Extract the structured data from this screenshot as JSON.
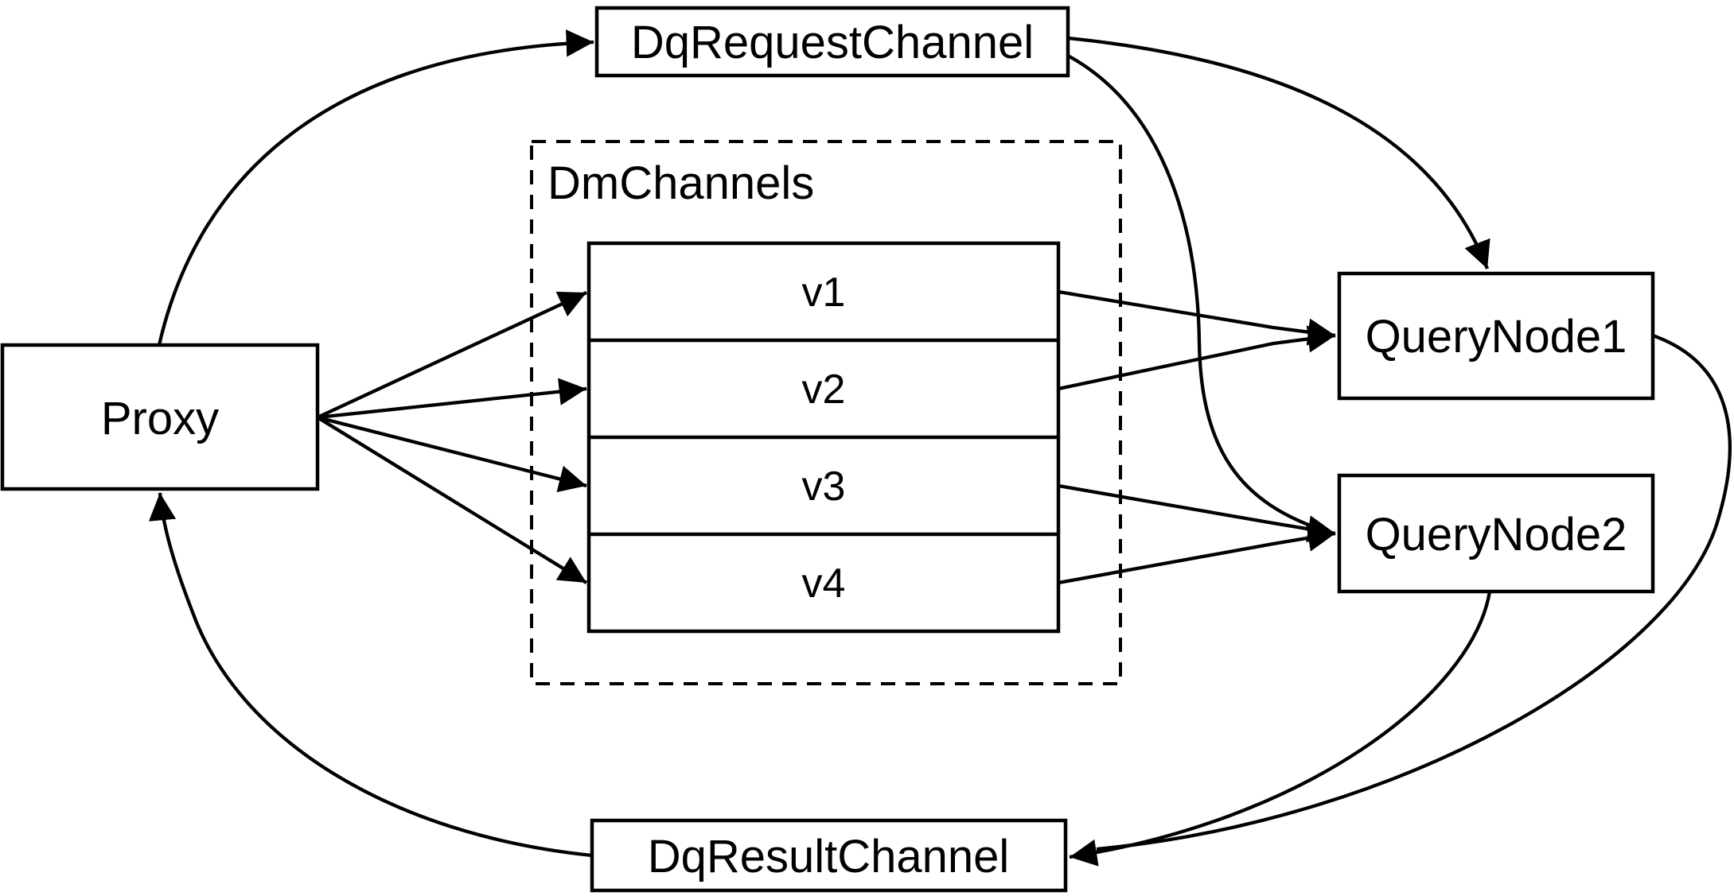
{
  "diagram": {
    "background_color": "#ffffff",
    "stroke_color": "#000000",
    "nodes": {
      "proxy": {
        "label": "Proxy"
      },
      "dq_request_channel": {
        "label": "DqRequestChannel"
      },
      "dm_channels_group": {
        "label": "DmChannels"
      },
      "channels": [
        {
          "label": "v1"
        },
        {
          "label": "v2"
        },
        {
          "label": "v3"
        },
        {
          "label": "v4"
        }
      ],
      "query_node_1": {
        "label": "QueryNode1"
      },
      "query_node_2": {
        "label": "QueryNode2"
      },
      "dq_result_channel": {
        "label": "DqResultChannel"
      }
    },
    "edges": [
      {
        "from": "Proxy",
        "to": "DqRequestChannel"
      },
      {
        "from": "DqRequestChannel",
        "to": "QueryNode1"
      },
      {
        "from": "DqRequestChannel",
        "to": "QueryNode2"
      },
      {
        "from": "Proxy",
        "to": "v1"
      },
      {
        "from": "Proxy",
        "to": "v2"
      },
      {
        "from": "Proxy",
        "to": "v3"
      },
      {
        "from": "Proxy",
        "to": "v4"
      },
      {
        "from": "v1",
        "to": "QueryNode1"
      },
      {
        "from": "v2",
        "to": "QueryNode1"
      },
      {
        "from": "v3",
        "to": "QueryNode2"
      },
      {
        "from": "v4",
        "to": "QueryNode2"
      },
      {
        "from": "QueryNode1",
        "to": "DqResultChannel"
      },
      {
        "from": "QueryNode2",
        "to": "DqResultChannel"
      },
      {
        "from": "DqResultChannel",
        "to": "Proxy"
      }
    ]
  }
}
